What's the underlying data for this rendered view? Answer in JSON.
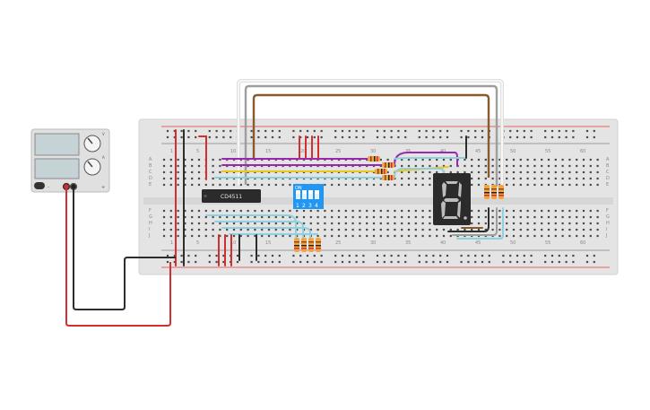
{
  "power_supply": {
    "label_v": "V",
    "label_a": "A",
    "neg_label": "-",
    "pos_label": "+"
  },
  "breadboard": {
    "columns_top": [
      "1",
      "5",
      "10",
      "15",
      "20",
      "25",
      "30",
      "35",
      "40",
      "45",
      "50",
      "55",
      "60"
    ],
    "columns_bottom": [
      "1",
      "5",
      "10",
      "15",
      "20",
      "25",
      "30",
      "35",
      "40",
      "45",
      "50",
      "55",
      "60"
    ],
    "rows_left": [
      "A",
      "B",
      "C",
      "D",
      "E",
      "F",
      "G",
      "H",
      "I",
      "J"
    ],
    "rows_right": [
      "A",
      "B",
      "C",
      "D",
      "E",
      "F",
      "G",
      "H",
      "I",
      "J"
    ]
  },
  "chip": {
    "label": "CD4511"
  },
  "dip_switch": {
    "on_label": "ON",
    "numbers": [
      "1",
      "2",
      "3",
      "4"
    ]
  },
  "seven_segment": {
    "digit": "8"
  },
  "colors": {
    "board": "#e4e4e4",
    "hole": "#4a4a4a",
    "rail_red": "#e53935",
    "wire_red": "#d32f2f",
    "wire_black": "#2d2d2d",
    "wire_brown": "#8b5a2b",
    "wire_grey": "#9e9e9e",
    "wire_white": "#f4f4f4",
    "wire_purple": "#9c27b0",
    "wire_yellow": "#e8c81a",
    "wire_lightblue": "#8fd0e0",
    "resistor": "#f0a640",
    "dip": "#2196f3",
    "display": "#2b2b2b",
    "segment": "#bcbcbc"
  }
}
